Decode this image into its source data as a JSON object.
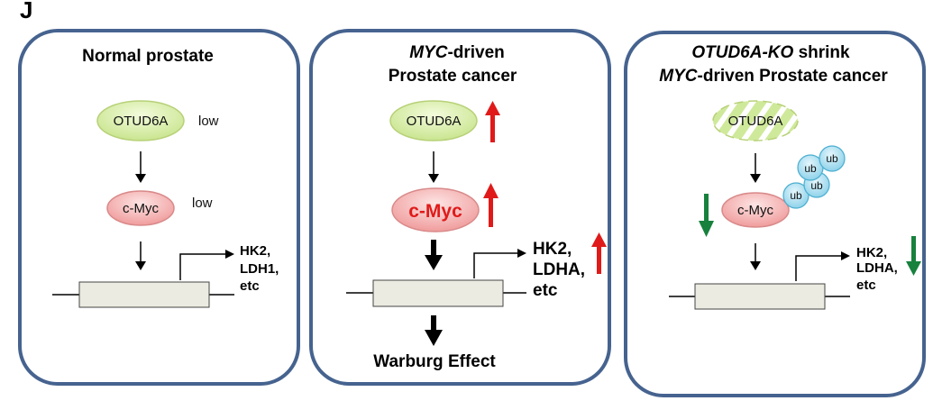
{
  "figure": {
    "panel_label": "J",
    "colors": {
      "panel_border": "#46638f",
      "otud6a_fill": "#d9efaa",
      "cmyc_fill": "#f5b8b8",
      "ub_fill": "#a9def0",
      "up_arrow": "#e01a1a",
      "down_arrow": "#17813d",
      "gene_box": "#ecebe1"
    }
  },
  "panels": [
    {
      "title_line1": "Normal prostate",
      "otud6a_label": "OTUD6A",
      "otud6a_level": "low",
      "cmyc_label": "c-Myc",
      "cmyc_level": "low",
      "genes": [
        "HK2,",
        "LDH1,",
        "etc"
      ]
    },
    {
      "title_line1_italic": "MYC",
      "title_line1_rest": "-driven",
      "title_line2": "Prostate cancer",
      "otud6a_label": "OTUD6A",
      "otud6a_trend": "up",
      "cmyc_label": "c-Myc",
      "cmyc_trend": "up",
      "genes": [
        "HK2,",
        "LDHA,",
        "etc"
      ],
      "genes_trend": "up",
      "outcome": "Warburg Effect"
    },
    {
      "title_line1_italic": "OTUD6A-KO",
      "title_line1_rest": " shrink",
      "title_line2_italic": "MYC",
      "title_line2_rest": "-driven Prostate cancer",
      "otud6a_label": "OTUD6A",
      "otud6a_state": "knocked-out",
      "cmyc_label": "c-Myc",
      "cmyc_trend": "down",
      "ubiquitin_labels": [
        "ub",
        "ub",
        "ub",
        "ub"
      ],
      "genes": [
        "HK2,",
        "LDHA,",
        "etc"
      ],
      "genes_trend": "down"
    }
  ]
}
